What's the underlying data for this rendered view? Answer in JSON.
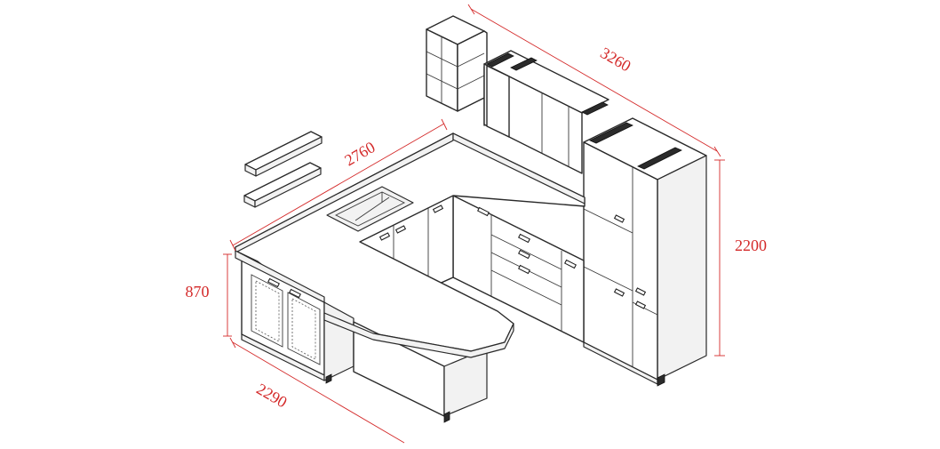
{
  "dimensions": {
    "upper_width": "3260",
    "return_width": "2760",
    "tall_height": "2200",
    "counter_height": "870",
    "island_width": "2290"
  },
  "colors": {
    "dimension_line": "#d42a2a",
    "dimension_text": "#d42a2a",
    "drawing_line": "#2a2a2a"
  }
}
